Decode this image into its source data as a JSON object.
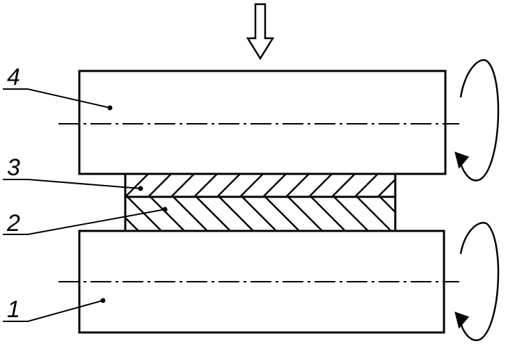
{
  "labels": {
    "part1": "1",
    "part2": "2",
    "part3": "3",
    "part4": "4"
  },
  "colors": {
    "ink": "#000000",
    "background": "#ffffff"
  }
}
